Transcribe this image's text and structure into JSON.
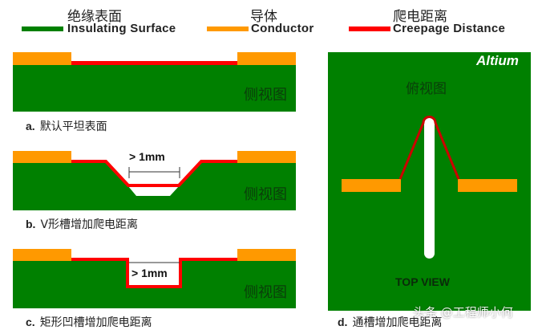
{
  "legend": {
    "items": [
      {
        "cn": "绝缘表面",
        "en": "Insulating Surface",
        "color": "#008000"
      },
      {
        "cn": "导体",
        "en": "Conductor",
        "color": "#ff9900"
      },
      {
        "cn": "爬电距离",
        "en": "Creepage Distance",
        "color": "#ff0000"
      }
    ]
  },
  "panels": {
    "a": {
      "view_label": "侧视图",
      "caption_letter": "a.",
      "caption_text": "默认平坦表面"
    },
    "b": {
      "view_label": "侧视图",
      "dimension": "> 1mm",
      "caption_letter": "b.",
      "caption_text": "V形槽增加爬电距离"
    },
    "c": {
      "view_label": "侧视图",
      "dimension": "> 1mm",
      "caption_letter": "c.",
      "caption_text": "矩形凹槽增加爬电距离"
    },
    "d": {
      "view_label_cn": "俯视图",
      "view_label_en": "TOP VIEW",
      "brand": "Altium",
      "caption_letter": "d.",
      "caption_text": "通槽增加爬电距离"
    }
  },
  "watermark": "头条 @工程师小何",
  "colors": {
    "insulator": "#008000",
    "conductor": "#ff9900",
    "creepage": "#ff0000",
    "view_label": "#0a3d0a"
  }
}
